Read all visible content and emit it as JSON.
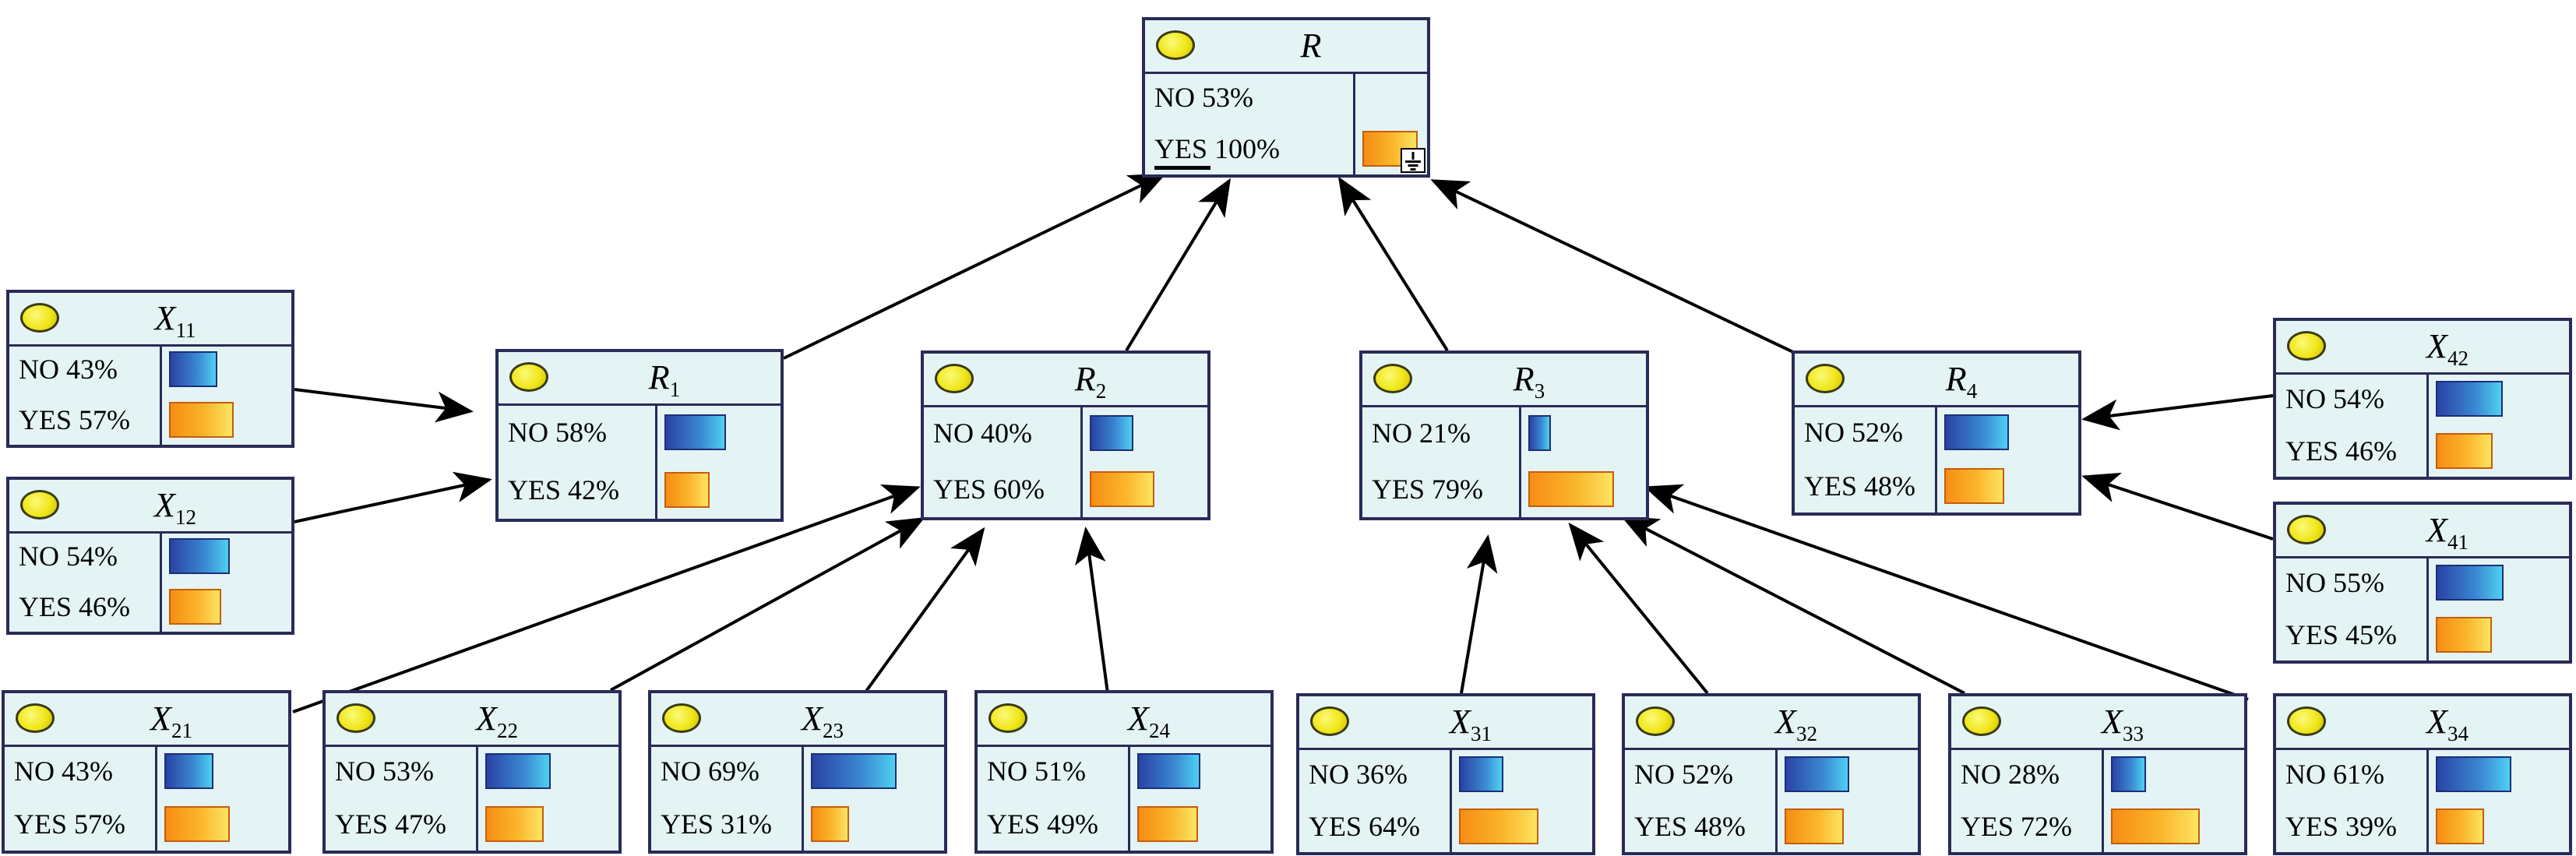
{
  "nodes": [
    {
      "id": "R",
      "title": "R",
      "sub": "",
      "no": "NO 53%",
      "yes": "YES 100%",
      "no_pct": 0,
      "yes_pct": 100,
      "evidence": "yes"
    },
    {
      "id": "R1",
      "title": "R",
      "sub": "1",
      "no": "NO 58%",
      "yes": "YES 42%",
      "no_pct": 58,
      "yes_pct": 42
    },
    {
      "id": "R2",
      "title": "R",
      "sub": "2",
      "no": "NO 40%",
      "yes": "YES 60%",
      "no_pct": 40,
      "yes_pct": 60
    },
    {
      "id": "R3",
      "title": "R",
      "sub": "3",
      "no": "NO 21%",
      "yes": "YES 79%",
      "no_pct": 21,
      "yes_pct": 79
    },
    {
      "id": "R4",
      "title": "R",
      "sub": "4",
      "no": "NO 52%",
      "yes": "YES 48%",
      "no_pct": 52,
      "yes_pct": 48
    },
    {
      "id": "X11",
      "title": "X",
      "sub": "11",
      "no": "NO 43%",
      "yes": "YES 57%",
      "no_pct": 43,
      "yes_pct": 57
    },
    {
      "id": "X12",
      "title": "X",
      "sub": "12",
      "no": "NO 54%",
      "yes": "YES 46%",
      "no_pct": 54,
      "yes_pct": 46
    },
    {
      "id": "X21",
      "title": "X",
      "sub": "21",
      "no": "NO 43%",
      "yes": "YES 57%",
      "no_pct": 43,
      "yes_pct": 57
    },
    {
      "id": "X22",
      "title": "X",
      "sub": "22",
      "no": "NO 53%",
      "yes": "YES 47%",
      "no_pct": 53,
      "yes_pct": 47
    },
    {
      "id": "X23",
      "title": "X",
      "sub": "23",
      "no": "NO 69%",
      "yes": "YES 31%",
      "no_pct": 69,
      "yes_pct": 31
    },
    {
      "id": "X24",
      "title": "X",
      "sub": "24",
      "no": "NO 51%",
      "yes": "YES 49%",
      "no_pct": 51,
      "yes_pct": 49
    },
    {
      "id": "X31",
      "title": "X",
      "sub": "31",
      "no": "NO 36%",
      "yes": "YES 64%",
      "no_pct": 36,
      "yes_pct": 64
    },
    {
      "id": "X32",
      "title": "X",
      "sub": "32",
      "no": "NO 52%",
      "yes": "YES 48%",
      "no_pct": 52,
      "yes_pct": 48
    },
    {
      "id": "X33",
      "title": "X",
      "sub": "33",
      "no": "NO 28%",
      "yes": "YES 72%",
      "no_pct": 28,
      "yes_pct": 72
    },
    {
      "id": "X34",
      "title": "X",
      "sub": "34",
      "no": "NO 61%",
      "yes": "YES 39%",
      "no_pct": 61,
      "yes_pct": 39
    },
    {
      "id": "X42",
      "title": "X",
      "sub": "42",
      "no": "NO 54%",
      "yes": "YES 46%",
      "no_pct": 54,
      "yes_pct": 46
    },
    {
      "id": "X41",
      "title": "X",
      "sub": "41",
      "no": "NO 55%",
      "yes": "YES 45%",
      "no_pct": 55,
      "yes_pct": 45
    }
  ],
  "edges": [
    {
      "from": "R1",
      "to": "R"
    },
    {
      "from": "R2",
      "to": "R"
    },
    {
      "from": "R3",
      "to": "R"
    },
    {
      "from": "R4",
      "to": "R"
    },
    {
      "from": "X11",
      "to": "R1"
    },
    {
      "from": "X12",
      "to": "R1"
    },
    {
      "from": "X21",
      "to": "R2"
    },
    {
      "from": "X22",
      "to": "R2"
    },
    {
      "from": "X23",
      "to": "R2"
    },
    {
      "from": "X24",
      "to": "R2"
    },
    {
      "from": "X31",
      "to": "R3"
    },
    {
      "from": "X32",
      "to": "R3"
    },
    {
      "from": "X33",
      "to": "R3"
    },
    {
      "from": "X34",
      "to": "R3"
    },
    {
      "from": "X42",
      "to": "R4"
    },
    {
      "from": "X41",
      "to": "R4"
    }
  ],
  "colors": {
    "border": "#2a2b58",
    "node_fill": "#e4f3f4",
    "edge": "#000000",
    "state_no": "#2f5fbf",
    "state_yes": "#f7a21e",
    "indicator": "#f0e618"
  },
  "icons": {
    "node_indicator": "yellow-ellipse-icon",
    "evidence": "ground-icon"
  }
}
